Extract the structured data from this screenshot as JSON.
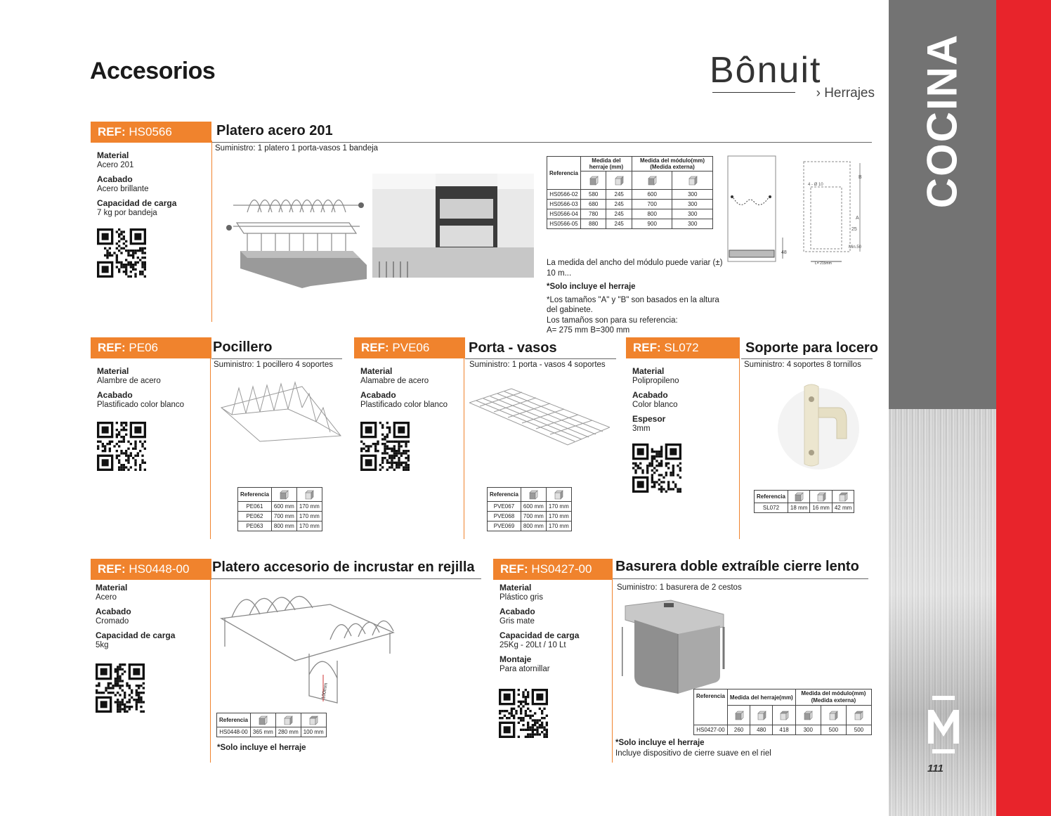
{
  "page": {
    "title": "Accesorios",
    "section": "COCINA",
    "number": "111"
  },
  "brand": {
    "name": "Bônuit",
    "sub": "› Herrajes"
  },
  "colors": {
    "accent": "#f0832d",
    "red": "#e8242b",
    "gray": "#737373"
  },
  "p1": {
    "ref_prefix": "REF:",
    "ref": "HS0566",
    "title": "Platero acero 201",
    "supply": "Suministro: 1 platero 1 porta-vasos 1 bandeja",
    "specs": [
      {
        "k": "Material",
        "v": "Acero 201"
      },
      {
        "k": "Acabado",
        "v": "Acero brillante"
      },
      {
        "k": "Capacidad de carga",
        "v": "7 kg por bandeja"
      }
    ],
    "table": {
      "h1": "Referencia",
      "h2": "Medida del herraje (mm)",
      "h3": "Medida del módulo(mm) (Medida externa)",
      "rows": [
        [
          "HS0566-02",
          "580",
          "245",
          "600",
          "300"
        ],
        [
          "HS0566-03",
          "680",
          "245",
          "700",
          "300"
        ],
        [
          "HS0566-04",
          "780",
          "245",
          "800",
          "300"
        ],
        [
          "HS0566-05",
          "880",
          "245",
          "900",
          "300"
        ]
      ]
    },
    "note1": "La medida del ancho del módulo puede variar (±) 10 m...",
    "note2": "*Solo incluye el herraje",
    "note3": "*Los tamaños \"A\" y \"B\" son basados en la altura del gabinete.",
    "note4": "Los tamaños son para su referencia:",
    "note5": "A= 275 mm B=300 mm",
    "diagram": {
      "d1": "4 - Ø 10",
      "d2": "B",
      "d3": "A",
      "d4": "25",
      "d5": "Min.50",
      "d6": "L= 215mm",
      "d7": "48"
    }
  },
  "p2": {
    "ref_prefix": "REF:",
    "ref": "PE06",
    "title": "Pocillero",
    "supply": "Suministro: 1 pocillero 4 soportes",
    "specs": [
      {
        "k": "Material",
        "v": "Alambre de acero"
      },
      {
        "k": "Acabado",
        "v": "Plastificado color blanco"
      }
    ],
    "table": {
      "h": "Referencia",
      "rows": [
        [
          "PE061",
          "600 mm",
          "170 mm"
        ],
        [
          "PE062",
          "700 mm",
          "170 mm"
        ],
        [
          "PE063",
          "800 mm",
          "170 mm"
        ]
      ]
    }
  },
  "p3": {
    "ref_prefix": "REF:",
    "ref": "PVE06",
    "title": "Porta - vasos",
    "supply": "Suministro: 1 porta - vasos 4 soportes",
    "specs": [
      {
        "k": "Material",
        "v": "Alamabre de acero"
      },
      {
        "k": "Acabado",
        "v": "Plastificado color blanco"
      }
    ],
    "table": {
      "h": "Referencia",
      "rows": [
        [
          "PVE067",
          "600 mm",
          "170 mm"
        ],
        [
          "PVE068",
          "700 mm",
          "170 mm"
        ],
        [
          "PVE069",
          "800 mm",
          "170 mm"
        ]
      ]
    }
  },
  "p4": {
    "ref_prefix": "REF:",
    "ref": "SL072",
    "title": "Soporte para locero",
    "supply": "Suministro: 4 soportes 8 tornillos",
    "specs": [
      {
        "k": "Material",
        "v": "Polipropileno"
      },
      {
        "k": "Acabado",
        "v": "Color blanco"
      },
      {
        "k": "Espesor",
        "v": "3mm"
      }
    ],
    "table": {
      "h": "Referencia",
      "rows": [
        [
          "SL072",
          "18 mm",
          "16 mm",
          "42 mm"
        ]
      ]
    }
  },
  "p5": {
    "ref_prefix": "REF:",
    "ref": "HS0448-00",
    "title": "Platero accesorio de incrustar en rejilla",
    "specs": [
      {
        "k": "Material",
        "v": "Acero"
      },
      {
        "k": "Acabado",
        "v": "Cromado"
      },
      {
        "k": "Capacidad de carga",
        "v": "5kg"
      }
    ],
    "table": {
      "h": "Referencia",
      "rows": [
        [
          "HS0448-00",
          "365 mm",
          "280 mm",
          "100 mm"
        ]
      ]
    },
    "note": "*Solo incluye el herraje",
    "dim_label": "100mm"
  },
  "p6": {
    "ref_prefix": "REF:",
    "ref": "HS0427-00",
    "title": "Basurera doble extraíble cierre lento",
    "supply": "Suministro: 1 basurera de 2 cestos",
    "specs": [
      {
        "k": "Material",
        "v": "Plástico gris"
      },
      {
        "k": "Acabado",
        "v": "Gris mate"
      },
      {
        "k": "Capacidad de carga",
        "v": "25Kg  - 20Lt / 10 Lt"
      },
      {
        "k": "Montaje",
        "v": "Para atornillar"
      }
    ],
    "table": {
      "h1": "Referencia",
      "h2": "Medida del herraje(mm)",
      "h3": "Medida del módulo(mm) (Medida externa)",
      "rows": [
        [
          "HS0427-00",
          "260",
          "480",
          "418",
          "300",
          "500",
          "500"
        ]
      ]
    },
    "note1": "*Solo incluye el herraje",
    "note2": "Incluye dispositivo de cierre suave en el riel"
  }
}
